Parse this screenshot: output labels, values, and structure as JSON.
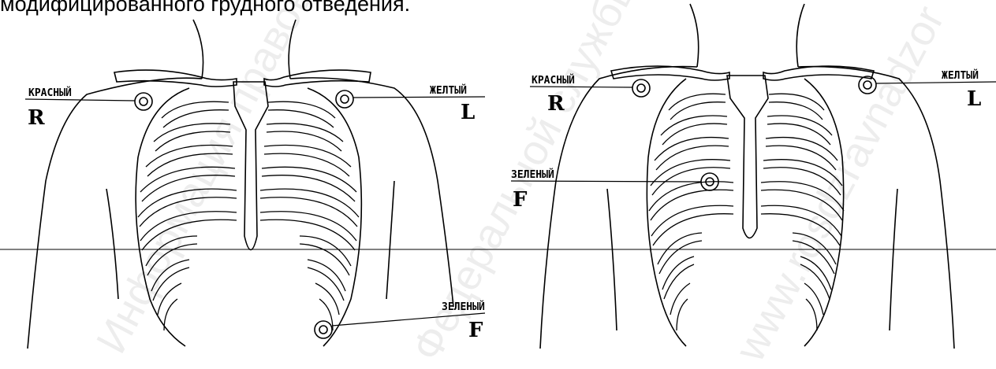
{
  "caption": "модифицированного грудного отведения.",
  "watermarks": [
    "Информация правовой системы",
    "Федеральной службы",
    "www.rosdzravnadzor"
  ],
  "left_figure": {
    "red_label": "КРАСНЫЙ",
    "red_letter": "R",
    "yellow_label": "ЖЕЛТЫЙ",
    "yellow_letter": "L",
    "green_label": "ЗЕЛЕНЫЙ",
    "green_letter": "F"
  },
  "right_figure": {
    "red_label": "КРАСНЫЙ",
    "red_letter": "R",
    "yellow_label": "ЖЕЛТЫЙ",
    "yellow_letter": "L",
    "green_label": "ЗЕЛЕНЫЙ",
    "green_letter": "F"
  },
  "colors": {
    "ink": "#000000",
    "background": "#ffffff"
  }
}
